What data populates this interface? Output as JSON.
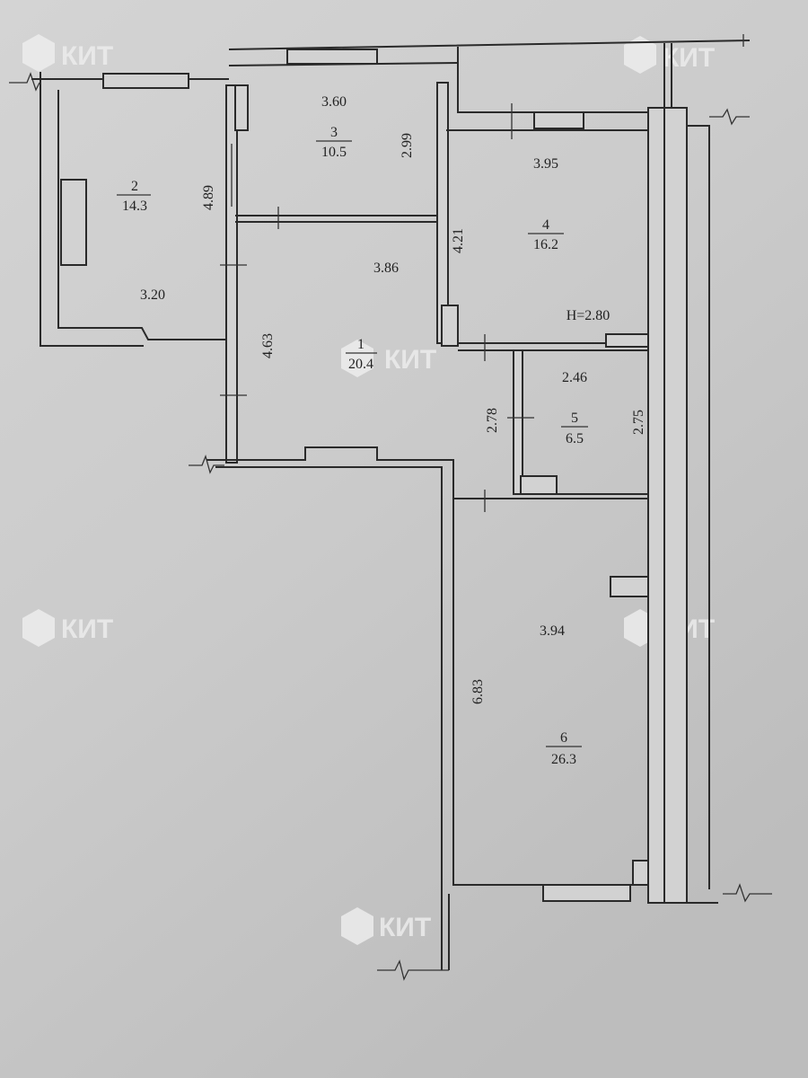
{
  "watermark": "КИТ",
  "ceiling_height": "H=2.80",
  "rooms": [
    {
      "number": "1",
      "area": "20.4",
      "dims": [
        "3.86",
        "4.63",
        "2.78"
      ]
    },
    {
      "number": "2",
      "area": "14.3",
      "dims": [
        "4.89",
        "3.20"
      ]
    },
    {
      "number": "3",
      "area": "10.5",
      "dims": [
        "3.60",
        "2.99"
      ]
    },
    {
      "number": "4",
      "area": "16.2",
      "dims": [
        "3.95",
        "4.21"
      ]
    },
    {
      "number": "5",
      "area": "6.5",
      "dims": [
        "2.46",
        "2.75"
      ]
    },
    {
      "number": "6",
      "area": "26.3",
      "dims": [
        "3.94",
        "6.83"
      ]
    }
  ],
  "colors": {
    "paper": "#cfcfcf",
    "ink": "#2a2a2a",
    "watermark": "#ececec"
  }
}
